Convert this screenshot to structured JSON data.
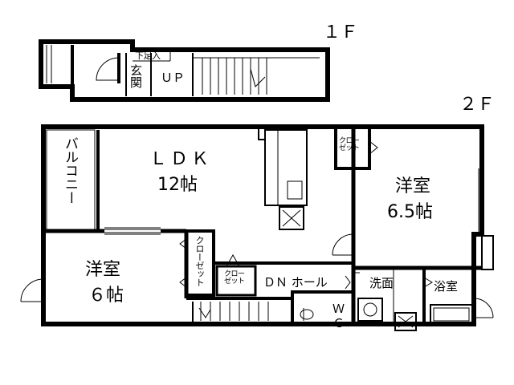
{
  "floor_1": {
    "label": "１Ｆ",
    "entrance": "玄関",
    "shoe_box": "下足入",
    "stairs_up": "ＵＰ"
  },
  "floor_2": {
    "label": "２Ｆ",
    "balcony": "バルコニー",
    "ldk_name": "ＬＤＫ",
    "ldk_size": "12帖",
    "bedroom_a_name": "洋室",
    "bedroom_a_size": "6.5帖",
    "bedroom_b_name": "洋室",
    "bedroom_b_size": "６帖",
    "closet_a": "クロー\nゼット",
    "closet_b": "クローゼット",
    "closet_c": "クロー\nゼット",
    "stairs_down_hall": "ＤＮ ホール",
    "washroom": "洗面",
    "bathroom": "浴室",
    "wc": "Ｗ\nＣ"
  }
}
